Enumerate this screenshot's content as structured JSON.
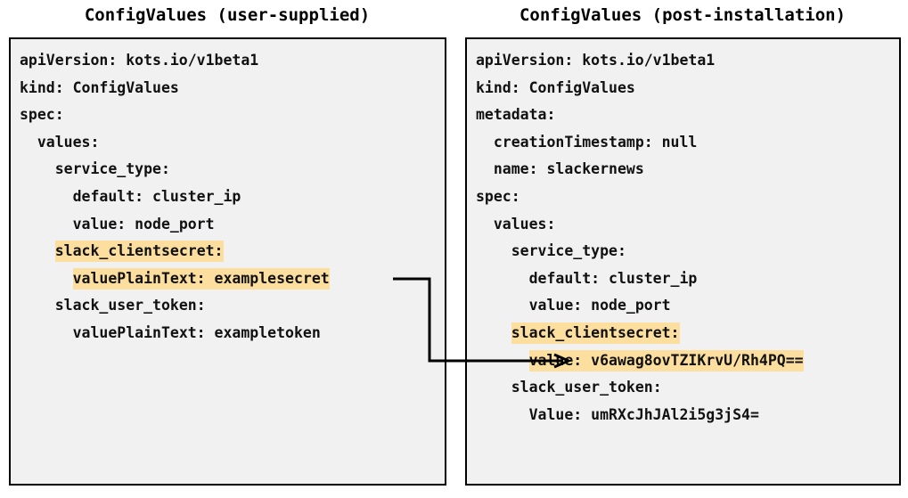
{
  "panels": {
    "left": {
      "title": "ConfigValues (user-supplied)",
      "lines": [
        {
          "indent": 0,
          "segments": [
            {
              "text": "apiVersion: kots.io/v1beta1",
              "highlight": false
            }
          ]
        },
        {
          "indent": 0,
          "segments": [
            {
              "text": "kind: ConfigValues",
              "highlight": false
            }
          ]
        },
        {
          "indent": 0,
          "segments": [
            {
              "text": "spec:",
              "highlight": false
            }
          ]
        },
        {
          "indent": 1,
          "segments": [
            {
              "text": "values:",
              "highlight": false
            }
          ]
        },
        {
          "indent": 2,
          "segments": [
            {
              "text": "service_type:",
              "highlight": false
            }
          ]
        },
        {
          "indent": 3,
          "segments": [
            {
              "text": "default: cluster_ip",
              "highlight": false
            }
          ]
        },
        {
          "indent": 3,
          "segments": [
            {
              "text": "value: node_port",
              "highlight": false
            }
          ]
        },
        {
          "indent": 2,
          "segments": [
            {
              "text": "slack_clientsecret:",
              "highlight": true
            }
          ]
        },
        {
          "indent": 3,
          "segments": [
            {
              "text": "valuePlainText: examplesecret",
              "highlight": true
            }
          ]
        },
        {
          "indent": 2,
          "segments": [
            {
              "text": "slack_user_token:",
              "highlight": false
            }
          ]
        },
        {
          "indent": 3,
          "segments": [
            {
              "text": "valuePlainText: exampletoken",
              "highlight": false
            }
          ]
        }
      ]
    },
    "right": {
      "title": "ConfigValues (post-installation)",
      "lines": [
        {
          "indent": 0,
          "segments": [
            {
              "text": "apiVersion: kots.io/v1beta1",
              "highlight": false
            }
          ]
        },
        {
          "indent": 0,
          "segments": [
            {
              "text": "kind: ConfigValues",
              "highlight": false
            }
          ]
        },
        {
          "indent": 0,
          "segments": [
            {
              "text": "metadata:",
              "highlight": false
            }
          ]
        },
        {
          "indent": 1,
          "segments": [
            {
              "text": "creationTimestamp: null",
              "highlight": false
            }
          ]
        },
        {
          "indent": 1,
          "segments": [
            {
              "text": "name: slackernews",
              "highlight": false
            }
          ]
        },
        {
          "indent": 0,
          "segments": [
            {
              "text": "spec:",
              "highlight": false
            }
          ]
        },
        {
          "indent": 1,
          "segments": [
            {
              "text": "values:",
              "highlight": false
            }
          ]
        },
        {
          "indent": 2,
          "segments": [
            {
              "text": "service_type:",
              "highlight": false
            }
          ]
        },
        {
          "indent": 3,
          "segments": [
            {
              "text": "default: cluster_ip",
              "highlight": false
            }
          ]
        },
        {
          "indent": 3,
          "segments": [
            {
              "text": "value: node_port",
              "highlight": false
            }
          ]
        },
        {
          "indent": 2,
          "segments": [
            {
              "text": "slack_clientsecret:",
              "highlight": true
            }
          ]
        },
        {
          "indent": 3,
          "segments": [
            {
              "text": "value: v6awag8ovTZIKrvU/Rh4PQ==",
              "highlight": true
            }
          ]
        },
        {
          "indent": 2,
          "segments": [
            {
              "text": "slack_user_token:",
              "highlight": false
            }
          ]
        },
        {
          "indent": 3,
          "segments": [
            {
              "text": "Value: umRXcJhJAl2i5g3jS4=",
              "highlight": false
            }
          ]
        }
      ]
    }
  },
  "connector": {
    "description": "arrow from user-supplied plaintext secret to encrypted post-installation value",
    "from_line": "valuePlainText: examplesecret",
    "to_line": "value: v6awag8ovTZIKrvU/Rh4PQ=="
  },
  "colors": {
    "highlight": "#fcdf9e",
    "panel_background": "#f1f1f1",
    "panel_border": "#000000",
    "text": "#111111",
    "connector": "#000000"
  }
}
